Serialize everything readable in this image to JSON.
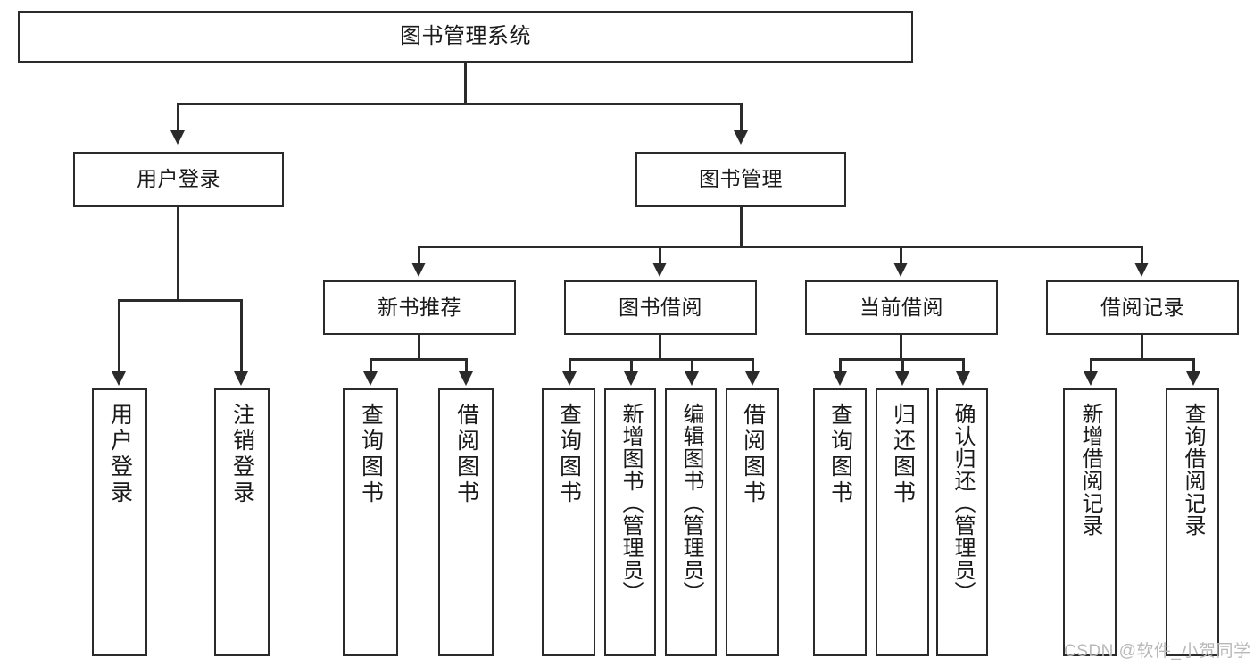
{
  "diagram": {
    "type": "tree-hierarchy",
    "title": "图书管理系统",
    "nodes": {
      "root": {
        "label": "图书管理系统"
      },
      "level2": [
        {
          "id": "user-login",
          "label": "用户登录"
        },
        {
          "id": "book-manage",
          "label": "图书管理"
        }
      ],
      "level3": [
        {
          "id": "new-book-recommend",
          "label": "新书推荐"
        },
        {
          "id": "book-borrow",
          "label": "图书借阅"
        },
        {
          "id": "current-borrow",
          "label": "当前借阅"
        },
        {
          "id": "borrow-record",
          "label": "借阅记录"
        }
      ],
      "leaves": {
        "user_login": [
          {
            "id": "leaf-user-login",
            "label": "用户登录"
          },
          {
            "id": "leaf-logout-login",
            "label": "注销登录"
          }
        ],
        "new_book_recommend": [
          {
            "id": "leaf-query-book-1",
            "label": "查询图书"
          },
          {
            "id": "leaf-borrow-book-1",
            "label": "借阅图书"
          }
        ],
        "book_borrow": [
          {
            "id": "leaf-query-book-2",
            "label": "查询图书"
          },
          {
            "id": "leaf-add-book",
            "label": "新增图书（管理员）"
          },
          {
            "id": "leaf-edit-book",
            "label": "编辑图书（管理员）"
          },
          {
            "id": "leaf-borrow-book-2",
            "label": "借阅图书"
          }
        ],
        "current_borrow": [
          {
            "id": "leaf-query-book-3",
            "label": "查询图书"
          },
          {
            "id": "leaf-return-book",
            "label": "归还图书"
          },
          {
            "id": "leaf-confirm-return",
            "label": "确认归还（管理员）"
          }
        ],
        "borrow_record": [
          {
            "id": "leaf-add-record",
            "label": "新增借阅记录"
          },
          {
            "id": "leaf-query-record",
            "label": "查询借阅记录"
          }
        ]
      }
    },
    "colors": {
      "stroke": "#2b2b2b",
      "fill": "#ffffff",
      "text": "#1a1a1a",
      "watermark": "#b8b8b8"
    }
  },
  "watermark": {
    "text": "CSDN @软件_小贺同学"
  }
}
